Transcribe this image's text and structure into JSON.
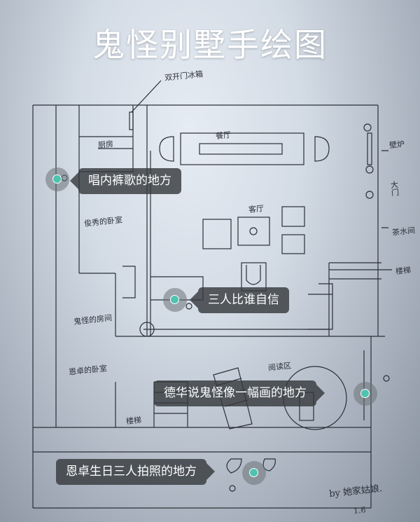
{
  "title": "鬼怪别墅手绘图",
  "handwritten_labels": {
    "fridge": "双开门冰箱",
    "dining": "餐厅",
    "fireplace": "壁炉",
    "main_door": "大门",
    "living": "客厅",
    "tea_room": "茶水间",
    "stairs_right": "楼梯",
    "kitchen": "厨房",
    "room_a": "俊秀的卧室",
    "ghost_room": "鬼怪的房间",
    "enzhuo_room": "恩卓的卧室",
    "reading": "阅读区",
    "stairs_left": "楼梯",
    "signature": "by 她家姑娘.",
    "date": "1.6"
  },
  "tags": [
    {
      "label": "唱内裤歌的地方"
    },
    {
      "label": "三人比谁自信"
    },
    {
      "label": "德华说鬼怪像一幅画的地方"
    },
    {
      "label": "恩卓生日三人拍照的地方"
    }
  ],
  "colors": {
    "tag_dot": "#4fc3b0",
    "tag_bg": "#373a3e"
  }
}
